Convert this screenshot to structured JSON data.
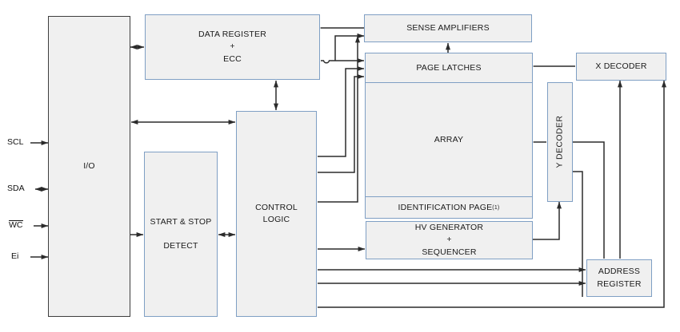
{
  "diagram": {
    "title": "EEPROM memory block diagram",
    "background": "#ffffff",
    "block_fill": "#f0f0f0",
    "block_border": "#7f9fc4",
    "io_border": "#3d3d3d",
    "wire_color": "#2b2b2b"
  },
  "pins": [
    {
      "id": "scl",
      "label": "SCL",
      "overbar": false,
      "direction": "in"
    },
    {
      "id": "sda",
      "label": "SDA",
      "overbar": false,
      "direction": "bidirectional"
    },
    {
      "id": "wc",
      "label": "WC",
      "overbar": true,
      "direction": "in"
    },
    {
      "id": "ei",
      "label": "Ei",
      "overbar": false,
      "direction": "in"
    }
  ],
  "blocks": {
    "io": {
      "label": "I/O"
    },
    "data_register": {
      "line1": "DATA REGISTER",
      "line2": "+",
      "line3": "ECC"
    },
    "start_stop": {
      "line1": "START & STOP",
      "line2": "DETECT"
    },
    "control_logic": {
      "line1": "CONTROL",
      "line2": "LOGIC"
    },
    "sense_amps": {
      "label": "SENSE AMPLIFIERS"
    },
    "page_latches": {
      "label": "PAGE LATCHES"
    },
    "array": {
      "label": "ARRAY"
    },
    "ident_page": {
      "label": "IDENTIFICATION PAGE",
      "note": "(1)"
    },
    "hv_generator": {
      "line1": "HV GENERATOR",
      "line2": "+",
      "line3": "SEQUENCER"
    },
    "y_decoder": {
      "label": "Y DECODER"
    },
    "x_decoder": {
      "label": "X DECODER"
    },
    "address_register": {
      "line1": "ADDRESS",
      "line2": "REGISTER"
    }
  }
}
